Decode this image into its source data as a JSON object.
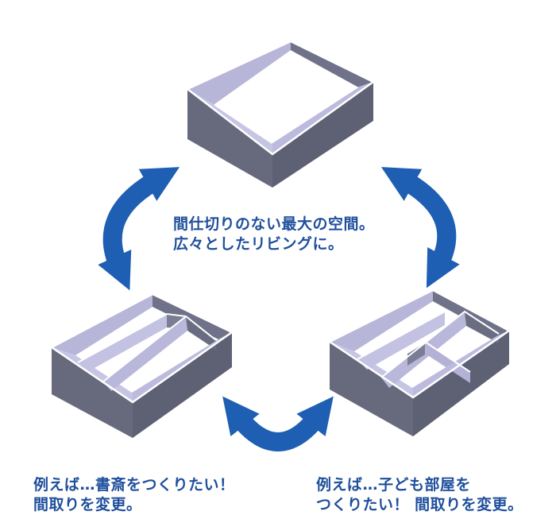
{
  "captions": {
    "center": {
      "line1": "間仕切りのない最大の空間。",
      "line2": "広々としたリビングに。"
    },
    "left": {
      "line1": "例えば…書斎をつくりたい！",
      "line2": "間取りを変更。"
    },
    "right": {
      "line1": "例えば…子ども部屋を",
      "line2": "つくりたい！ 間取りを変更。"
    }
  },
  "colors": {
    "outer_wall": "#676a7d",
    "inner_wall": "#b7b5d8",
    "rim": "#ffffff",
    "arrow": "#1e5fb3",
    "text": "#1f4f9c"
  }
}
